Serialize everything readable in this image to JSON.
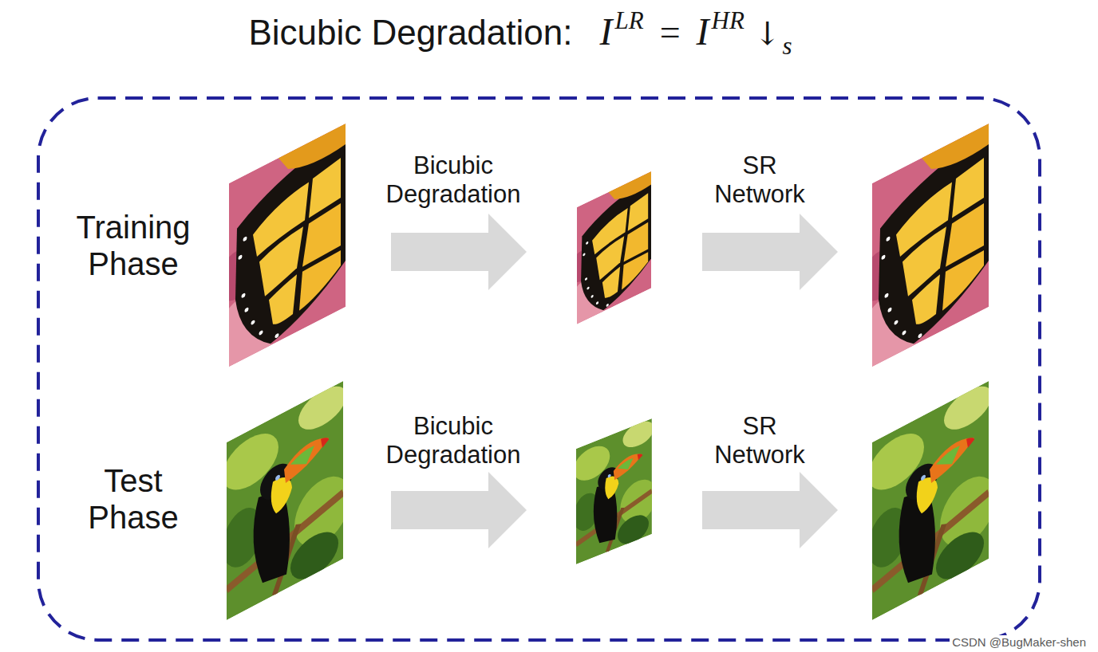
{
  "diagram": {
    "title": "Bicubic Degradation:",
    "labels": [
      "I",
      "LR",
      "=",
      "I",
      "HR",
      "↓",
      "s",
      "Training Phase",
      "Bicubic Degradation",
      "SR Network",
      "Test Phase",
      "Bicubic Degradation",
      "SR Network",
      "CSDN @BugMaker-shen"
    ]
  }
}
